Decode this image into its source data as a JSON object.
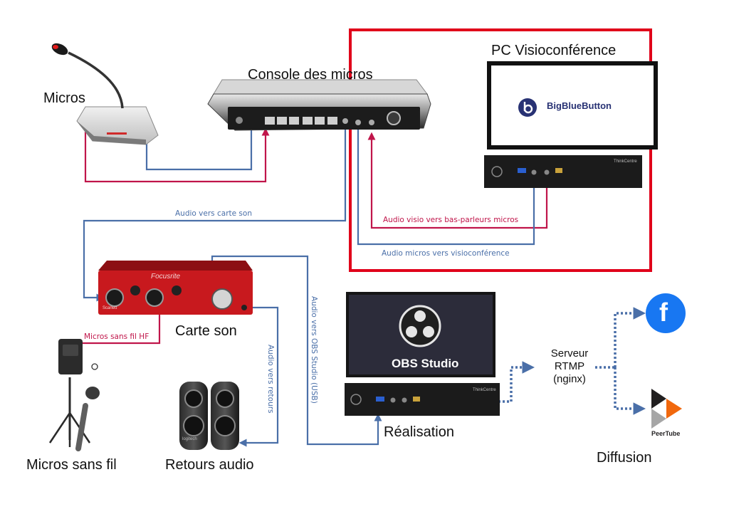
{
  "labels": {
    "micros": "Micros",
    "console": "Console des micros",
    "pc_visio": "PC Visioconférence",
    "carte_son": "Carte son",
    "micros_sans_fil": "Micros sans fil",
    "retours_audio": "Retours audio",
    "realisation": "Réalisation",
    "serveur_line1": "Serveur",
    "serveur_line2": "RTMP",
    "serveur_line3": "(nginx)",
    "diffusion": "Diffusion"
  },
  "wire_labels": {
    "audio_carte_son": "Audio vers carte son",
    "audio_visio_bas_parleurs": "Audio visio vers bas-parleurs micros",
    "audio_micros_visio": "Audio micros vers visioconférence",
    "micros_sans_fil_hf": "Micros sans fil HF",
    "audio_obs_usb": "Audio vers OBS Studio (USB)",
    "audio_retours": "Audio vers retours"
  },
  "device_text": {
    "bbb": "BigBlueButton",
    "obs": "OBS Studio",
    "focusrite": "Focusrite",
    "thinkcentre": "ThinkCentre",
    "scarlett": "Scarlett",
    "logitech": "logitech",
    "peertube": "PeerTube",
    "facebook_glyph": "f"
  },
  "colors": {
    "red_zone": "#e0001a",
    "blue_wire": "#4a6fa8",
    "crimson_wire": "#c0154a",
    "focusrite_red": "#c8191e",
    "bbb_blue": "#283274",
    "facebook": "#1877f2",
    "peertube_orange": "#f1680d"
  }
}
